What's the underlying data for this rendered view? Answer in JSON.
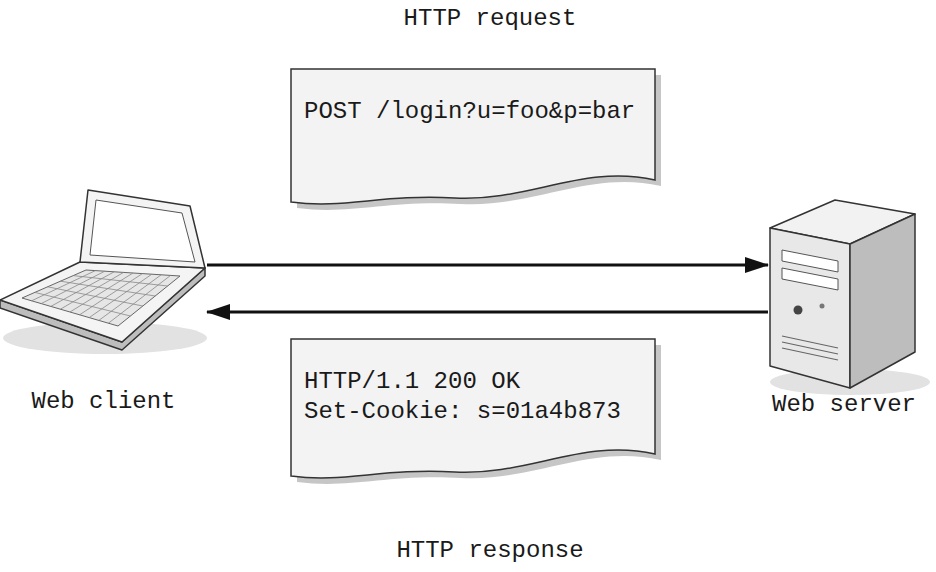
{
  "diagram": {
    "nodes": [
      {
        "text": [
          "POST /login?u=foo&p=bar"
        ]
      },
      {
        "text": [
          "Web client"
        ]
      },
      {
        "text": [
          "Web server"
        ]
      },
      {
        "text": [
          "HTTP/1.1 200 OK",
          "Set-Cookie: s=01a4b873"
        ]
      }
    ],
    "edges": [
      {
        "from": 1,
        "to": 2,
        "arrow": "to"
      },
      {
        "from": 2,
        "to": 1,
        "arrow": "to"
      }
    ],
    "labels": [
      "HTTP request",
      "HTTP response"
    ]
  }
}
